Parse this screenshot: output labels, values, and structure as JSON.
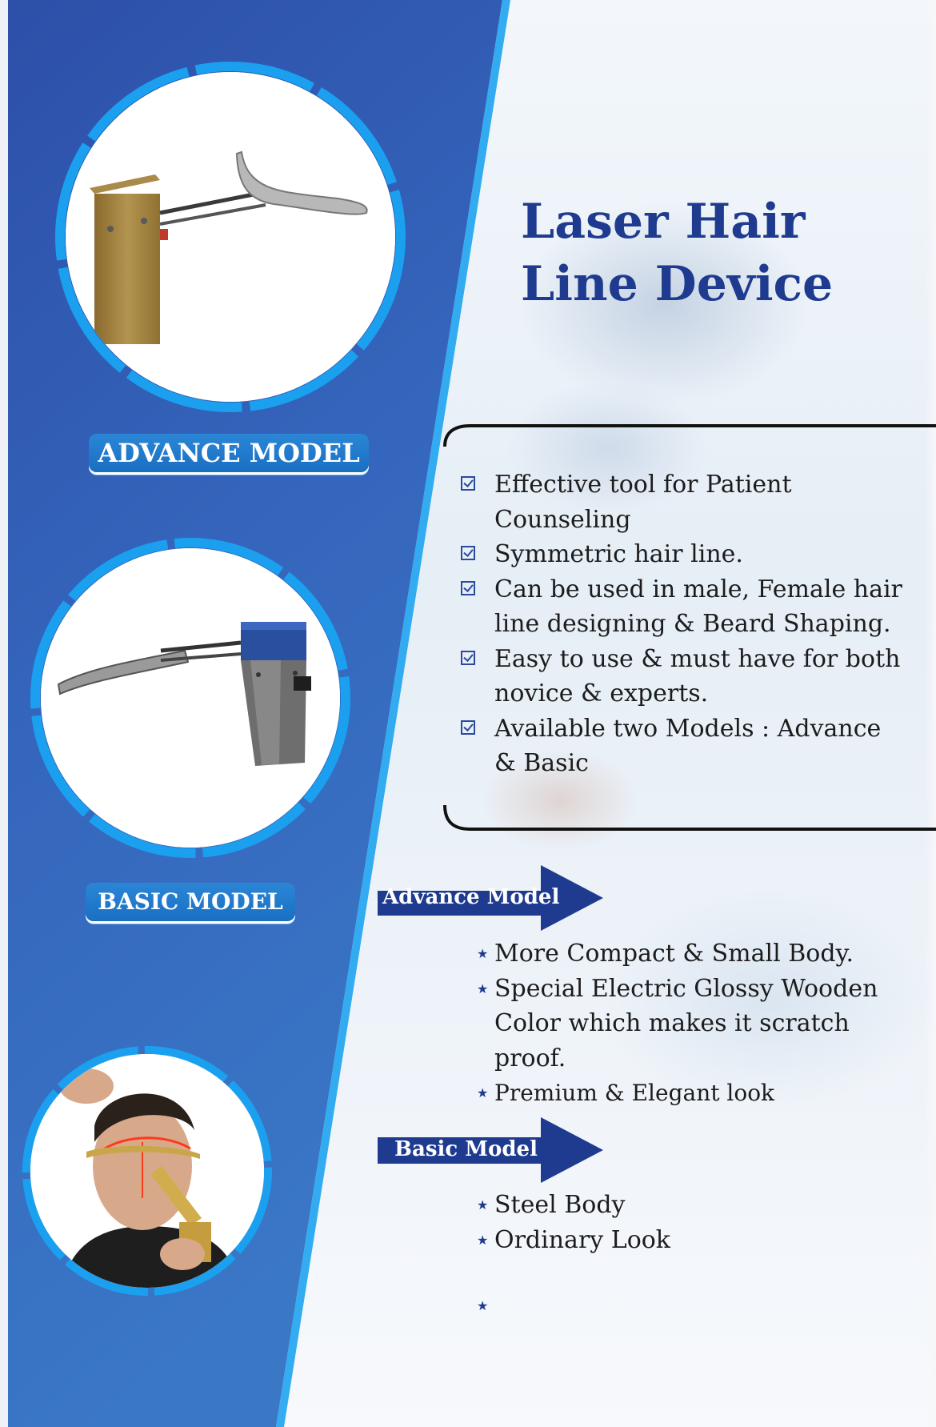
{
  "title": {
    "line1": "Laser Hair",
    "line2": "Line Device"
  },
  "models": {
    "advance_label": "ADVANCE MODEL",
    "basic_label": "BASIC MODEL"
  },
  "features": [
    "Effective tool for Patient Counseling",
    "Symmetric hair line.",
    "Can be used in male, Female hair line designing & Beard Shaping.",
    "Easy to use & must have for both novice & experts.",
    "Available two Models : Advance & Basic"
  ],
  "advance_section": {
    "header": "Advance Model",
    "points": [
      "More Compact & Small Body.",
      "Special Electric Glossy Wooden Color which makes it scratch proof.",
      "Premium  & Elegant look"
    ]
  },
  "basic_section": {
    "header": "Basic Model",
    "points": [
      "Steel Body",
      "Ordinary Look"
    ]
  },
  "colors": {
    "title_blue": "#1f3b8f",
    "panel_blue": "#2e57b0",
    "ring_blue": "#1aa0ef",
    "arrow_navy": "#1f3b8f"
  },
  "icons": {
    "checkbox": "checkbox-checked-icon",
    "bullet": "star-icon"
  }
}
